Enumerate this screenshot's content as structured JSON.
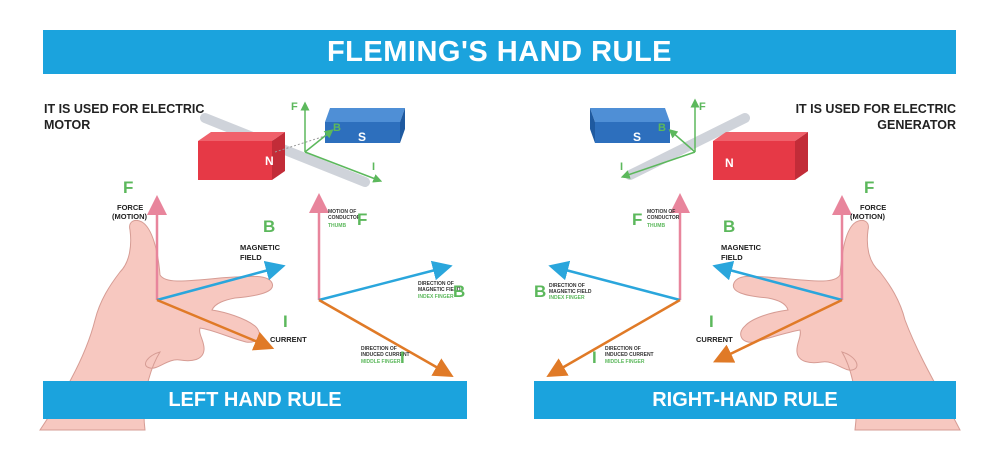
{
  "title": "FLEMING'S HAND RULE",
  "left": {
    "usage": "IT IS USED FOR ELECTRIC MOTOR",
    "rule": "LEFT HAND RULE",
    "hand": {
      "f_letter": "F",
      "f_label_1": "FORCE",
      "f_label_2": "(MOTION)",
      "b_letter": "B",
      "b_label_1": "MAGNETIC",
      "b_label_2": "FIELD",
      "i_letter": "I",
      "i_label": "CURRENT"
    },
    "axes": {
      "f_letter": "F",
      "f_desc_1": "MOTION OF",
      "f_desc_2": "CONDUCTOR",
      "f_finger": "THUMB",
      "b_letter": "B",
      "b_desc_1": "DIRECTION OF",
      "b_desc_2": "MAGNETIC FIELD",
      "b_finger": "INDEX FINGER",
      "i_letter": "I",
      "i_desc_1": "DIRECTION OF",
      "i_desc_2": "INDUCED CURRENT",
      "i_finger": "MIDDLE FINGER"
    },
    "magnet": {
      "n": "N",
      "s": "S",
      "f": "F",
      "b": "B",
      "i": "I"
    }
  },
  "right": {
    "usage": "IT IS USED FOR ELECTRIC GENERATOR",
    "rule": "RIGHT-HAND RULE",
    "hand": {
      "f_letter": "F",
      "f_label_1": "FORCE",
      "f_label_2": "(MOTION)",
      "b_letter": "B",
      "b_label_1": "MAGNETIC",
      "b_label_2": "FIELD",
      "i_letter": "I",
      "i_label": "CURRENT"
    },
    "axes": {
      "f_letter": "F",
      "f_desc_1": "MOTION OF",
      "f_desc_2": "CONDUCTOR",
      "f_finger": "THUMB",
      "b_letter": "B",
      "b_desc_1": "DIRECTION OF",
      "b_desc_2": "MAGNETIC FIELD",
      "b_finger": "INDEX FINGER",
      "i_letter": "I",
      "i_desc_1": "DIRECTION OF",
      "i_desc_2": "INDUCED CURRENT",
      "i_finger": "MIDDLE FINGER"
    },
    "magnet": {
      "n": "N",
      "s": "S",
      "f": "F",
      "b": "B",
      "i": "I"
    }
  },
  "colors": {
    "banner": "#1ba3dd",
    "force": "#e8859c",
    "field": "#2aa6dc",
    "current": "#e07a27",
    "label_green": "#5cb85c",
    "magnet_north": "#e63946",
    "magnet_south": "#2d6fbd",
    "skin": "#f7c8c0"
  }
}
